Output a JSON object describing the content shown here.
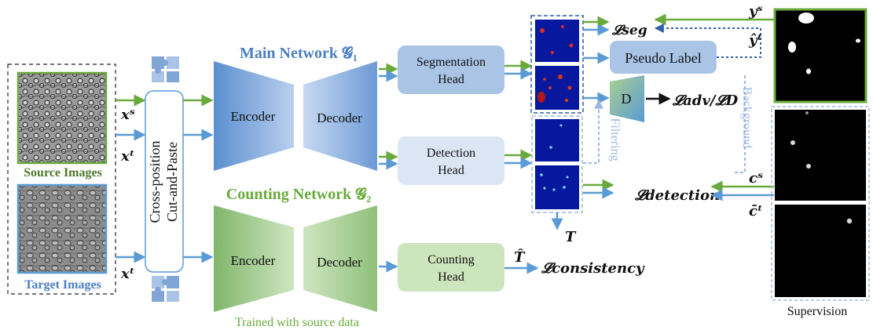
{
  "labels": {
    "source_images": "Source Images",
    "target_images": "Target Images",
    "cut_paste_line1": "Cross-position",
    "cut_paste_line2": "Cut-and-Paste",
    "main_network": "Main Network 𝓖₁",
    "counting_network": "Counting Network 𝓖₂",
    "encoder_main": "Encoder",
    "decoder_main": "Decoder",
    "encoder_count": "Encoder",
    "decoder_count": "Decoder",
    "seg_head_line1": "Segmentation",
    "seg_head_line2": "Head",
    "det_head_line1": "Detection",
    "det_head_line2": "Head",
    "count_head_line1": "Counting",
    "count_head_line2": "Head",
    "pseudo_label": "Pseudo Label",
    "discriminator": "D",
    "filtering": "Filtering",
    "background": "Background",
    "trained_with": "Trained with  source data",
    "supervision": "Supervision"
  },
  "math": {
    "xs_top": "xˢ",
    "xt_top": "xᵗ",
    "xt_bottom": "xᵗ",
    "l_seg": "𝓛seg",
    "l_adv": "𝓛adv/𝓛D",
    "l_detection": "𝓛detection",
    "l_consistency": "𝓛consistency",
    "T": "T",
    "T_hat": "T̂",
    "ys": "yˢ",
    "yt_hat": "ŷᵗ",
    "cs": "cˢ",
    "ct_bar": "c̄ᵗ"
  },
  "colors": {
    "green": "#6aaa3c",
    "blue": "#5b9bd5",
    "dark_blue": "#2e5fa8",
    "light_blue_dash": "#9db8e0",
    "source_label": "#4e7a2c",
    "target_label": "#4a7fc1"
  }
}
